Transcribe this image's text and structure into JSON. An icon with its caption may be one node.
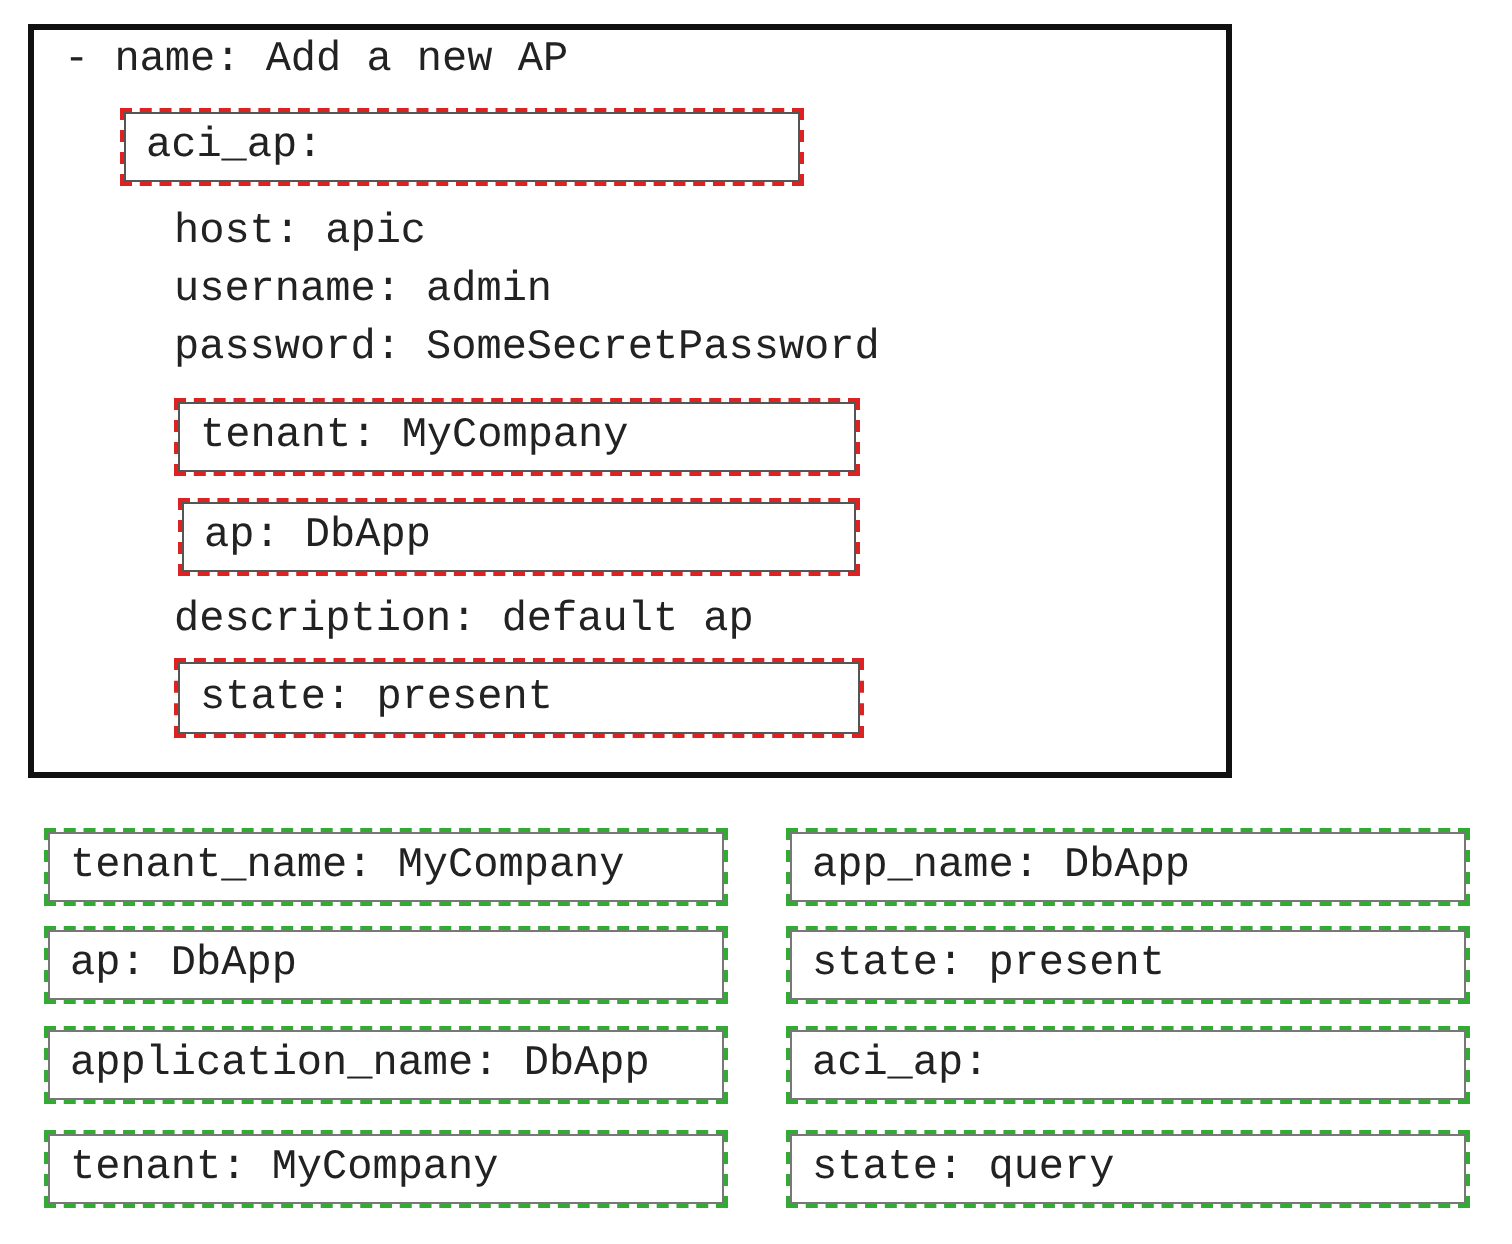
{
  "diagram": {
    "nodes": [
      {
        "text": [
          "- name: Add a new AP",
          "host: apic",
          "username: admin",
          "password: SomeSecretPassword",
          "description: default ap"
        ]
      },
      {
        "text": [
          "aci_ap:"
        ],
        "in": 0
      },
      {
        "text": [
          "tenant: MyCompany"
        ],
        "in": 0
      },
      {
        "text": [
          "ap: DbApp"
        ],
        "in": 0
      },
      {
        "text": [
          "state: present"
        ],
        "in": 0
      },
      {
        "text": [
          "tenant_name: MyCompany"
        ]
      },
      {
        "text": [
          "app_name: DbApp"
        ]
      },
      {
        "text": [
          "ap: DbApp"
        ]
      },
      {
        "text": [
          "state: present"
        ]
      },
      {
        "text": [
          "application_name: DbApp"
        ]
      },
      {
        "text": [
          "aci_ap:"
        ]
      },
      {
        "text": [
          "tenant: MyCompany"
        ]
      },
      {
        "text": [
          "state: query"
        ]
      }
    ],
    "edges": []
  }
}
